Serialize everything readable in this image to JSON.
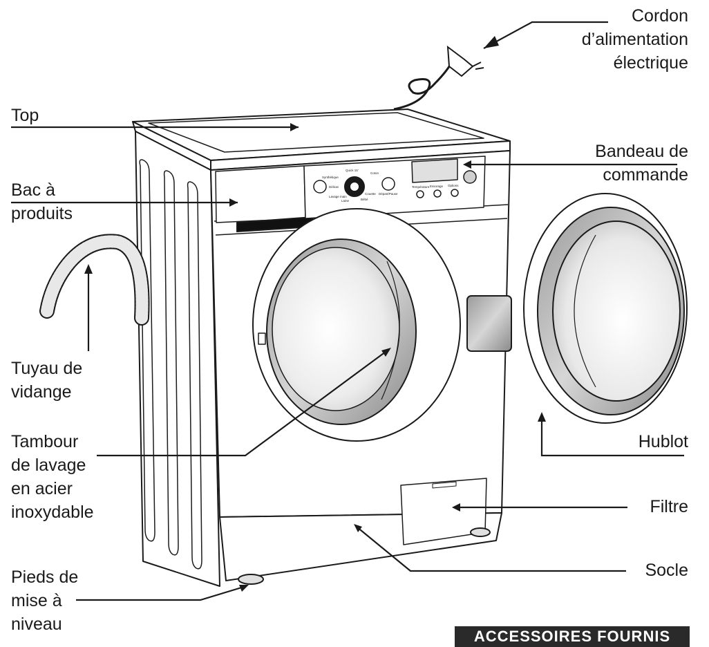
{
  "labels": {
    "cordon": [
      "Cordon",
      "d’alimentation",
      "électrique"
    ],
    "top": [
      "Top"
    ],
    "bac": [
      "Bac à",
      "produits"
    ],
    "bandeau": [
      "Bandeau de",
      "commande"
    ],
    "tuyau": [
      "Tuyau de",
      "vidange"
    ],
    "tambour": [
      "Tambour",
      "de lavage",
      "en acier",
      "inoxydable"
    ],
    "hublot": [
      "Hublot"
    ],
    "filtre": [
      "Filtre"
    ],
    "socle": [
      "Socle"
    ],
    "pieds": [
      "Pieds de",
      "mise à",
      "niveau"
    ]
  },
  "banner": "ACCESSOIRES FOURNIS",
  "panel": {
    "program_labels": [
      "Synthétique",
      "Quick 15'",
      "Coton",
      "Délicat",
      "Lavage main",
      "Laine",
      "Couette",
      "Bébé"
    ],
    "button_labels": [
      "Départ/Pause",
      "Température",
      "Essorage",
      "Options"
    ]
  },
  "colors": {
    "line": "#1a1a1a",
    "chrome": "#bdbdbd",
    "glass": "#e6e6e6",
    "banner": "#2a2a2a"
  }
}
